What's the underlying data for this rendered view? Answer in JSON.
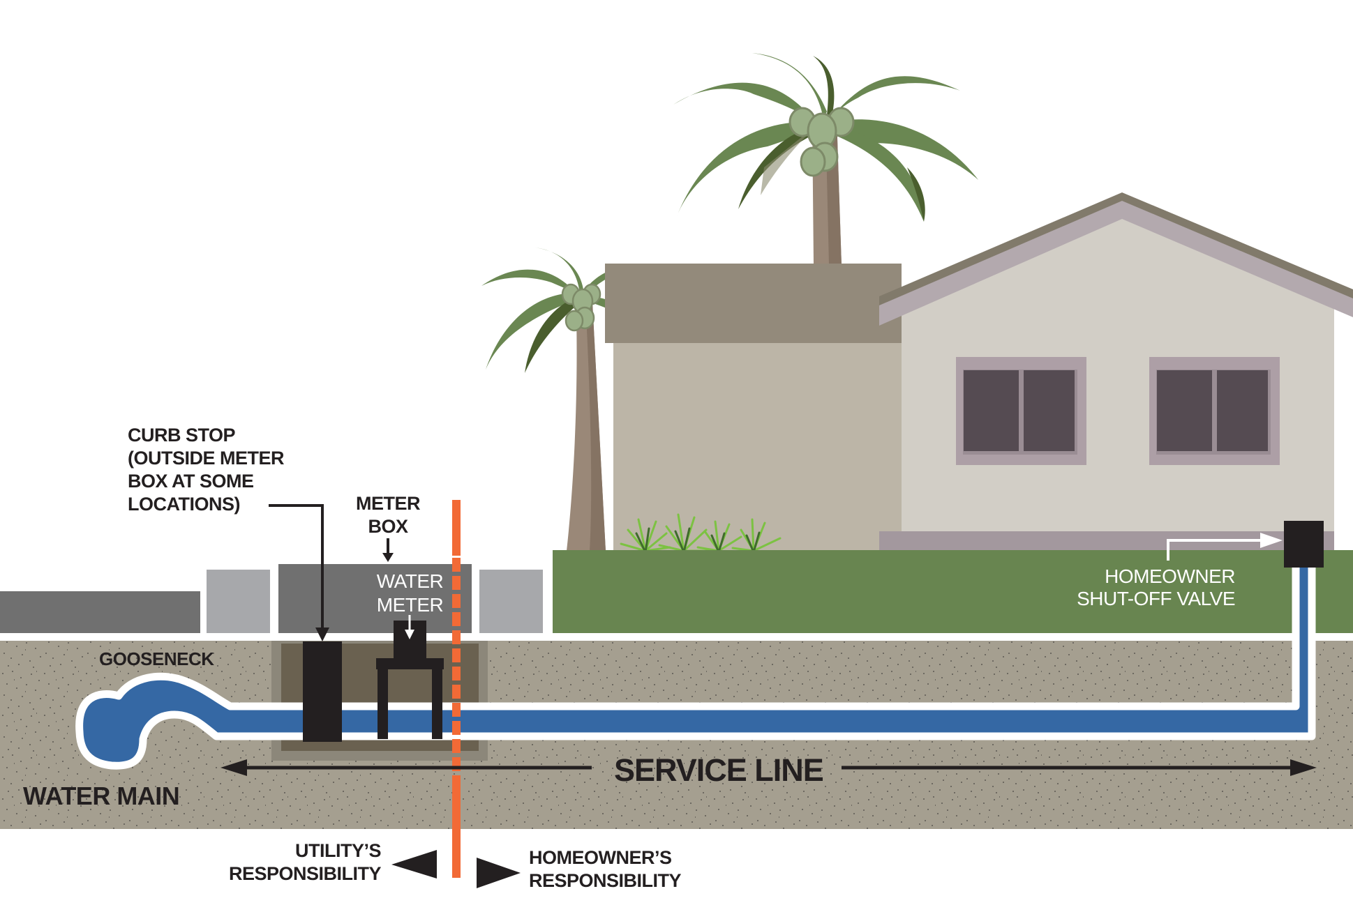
{
  "title": "Water service line responsibility diagram",
  "labels": {
    "curb_stop": [
      "CURB STOP",
      "(OUTSIDE METER",
      "BOX AT SOME",
      "LOCATIONS)"
    ],
    "meter_box": [
      "METER",
      "BOX"
    ],
    "water_meter": [
      "WATER",
      "METER"
    ],
    "gooseneck": "GOOSENECK",
    "water_main": "WATER MAIN",
    "service_line": "SERVICE LINE",
    "shutoff_valve": [
      "HOMEOWNER",
      "SHUT-OFF VALVE"
    ],
    "utility_responsibility": [
      "UTILITY’S",
      "RESPONSIBILITY"
    ],
    "homeowner_responsibility": [
      "HOMEOWNER’S",
      "RESPONSIBILITY"
    ]
  },
  "colors": {
    "pipe_blue": "#3568a4",
    "property_line_orange": "#f26a36",
    "soil": "#a59f90",
    "lawn": "#688550",
    "sidewalk_dark": "#707070",
    "curb_light": "#a7a8ab",
    "meter_pit": "#6a6150",
    "house_wall_front": "#d2cec6",
    "house_wall_side": "#bcb5a7",
    "roof": "#938a7b",
    "window_frame": "#ad9fa6",
    "window_glass": "#554b52",
    "valve": "#231f20"
  },
  "icons": {
    "left_pointer": "triangle-left",
    "right_pointer": "triangle-right",
    "service_line_arrows": "double-arrow"
  }
}
